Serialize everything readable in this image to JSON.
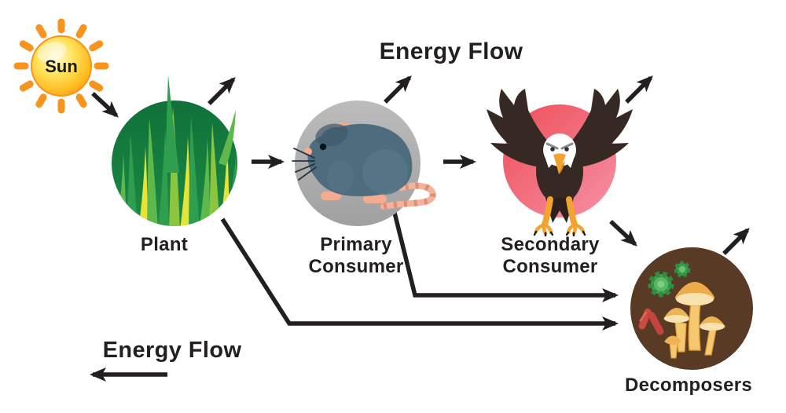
{
  "diagram": {
    "top_title": "Energy Flow",
    "bottom_title": "Energy Flow",
    "nodes": {
      "sun": {
        "label": "Sun"
      },
      "plant": {
        "label": "Plant"
      },
      "primary_consumer": {
        "label_line1": "Primary",
        "label_line2": "Consumer"
      },
      "secondary_consumer": {
        "label_line1": "Secondary",
        "label_line2": "Consumer"
      },
      "decomposers": {
        "label": "Decomposers"
      }
    },
    "edges": [
      "sun -> plant",
      "plant -> primary_consumer",
      "primary_consumer -> secondary_consumer",
      "secondary_consumer -> decomposers",
      "plant -> decomposers",
      "primary_consumer -> decomposers",
      "plant -> energy_loss_up",
      "primary_consumer -> energy_loss_up",
      "secondary_consumer -> energy_loss_up",
      "decomposers -> energy_loss_up",
      "energy_flow_direction_bottom: right_to_left_arrow"
    ],
    "colors": {
      "text": "#231f20",
      "arrow": "#231f20",
      "sun_core": "#ffcf3f",
      "sun_rays": "#f7941d",
      "plant_circle": "#157f3c",
      "grass_light": "#8cc63f",
      "grass_yellow": "#e8e337",
      "primary_circle": "#ababab",
      "mouse_body": "#4e6c7e",
      "mouse_pink": "#f5ab90",
      "secondary_circle": "#ef5360",
      "eagle_brown": "#362822",
      "beak_orange": "#f2a330",
      "decomposers_circle": "#583a25",
      "mushroom_cap": "#efae4e",
      "virus_green": "#3aa14b",
      "bacteria_red": "#cc4840"
    }
  }
}
